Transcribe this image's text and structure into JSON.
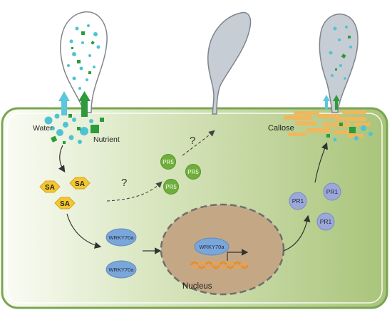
{
  "labels": {
    "water": "Water",
    "nutrient": "Nutrient",
    "callose": "Callose",
    "sa": "SA",
    "pr5": "PR5",
    "pr1": "PR1",
    "wrky": "WRKY70a",
    "nucleus": "Nucleus",
    "question": "?"
  },
  "colors": {
    "cell_fill_light": "#f3f6ea",
    "cell_fill_dark": "#a9c47a",
    "cell_border": "#7aa552",
    "cell_inner_border": "#ffffff",
    "nucleus_fill": "#c4a886",
    "nucleus_border": "#6f6f6f",
    "hypha_fill": "#c7cdd4",
    "hypha_border": "#7f858c",
    "water": "#4fc3d2",
    "nutrient": "#2d9b3a",
    "sa_fill": "#f4c72f",
    "pr5_fill": "#6fae3a",
    "pr1_fill": "#9ca8da",
    "wrky_fill": "#7aa6da",
    "callose": "#f1b75c",
    "dna": "#f08a1c",
    "arrow": "#333333"
  },
  "icons": [
    "haustorium-icon",
    "water-droplet-icon",
    "nutrient-square-icon",
    "dna-helix-icon",
    "arrow-icon"
  ]
}
